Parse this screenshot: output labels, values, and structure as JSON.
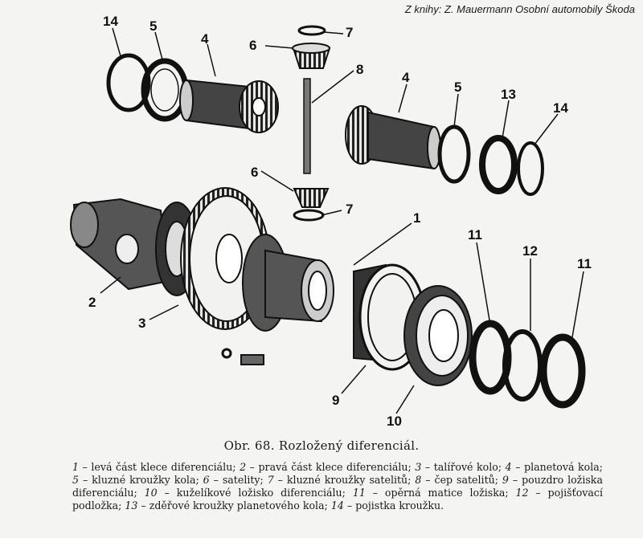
{
  "source": "Z knihy: Z. Mauermann Osobní automobily Škoda",
  "caption": "Obr. 68. Rozložený diferenciál.",
  "callouts": [
    "14",
    "5",
    "4",
    "6",
    "7",
    "8",
    "4",
    "5",
    "13",
    "14",
    "6",
    "7",
    "1",
    "11",
    "12",
    "11",
    "2",
    "3",
    "9",
    "10"
  ],
  "legend": [
    {
      "n": "1",
      "text": "levá část klece diferenciálu;"
    },
    {
      "n": "2",
      "text": "pravá část klece diferenciálu;"
    },
    {
      "n": "3",
      "text": "talířové kolo;"
    },
    {
      "n": "4",
      "text": "planetová kola;"
    },
    {
      "n": "5",
      "text": "kluzné kroužky kola;"
    },
    {
      "n": "6",
      "text": "satelity;"
    },
    {
      "n": "7",
      "text": "kluzné kroužky satelitů;"
    },
    {
      "n": "8",
      "text": "čep satelitů;"
    },
    {
      "n": "9",
      "text": "pouzdro ložiska diferenciálu;"
    },
    {
      "n": "10",
      "text": "kuželíkové ložisko diferenciálu;"
    },
    {
      "n": "11",
      "text": "opěrná matice ložiska;"
    },
    {
      "n": "12",
      "text": "pojišťovací podložka;"
    },
    {
      "n": "13",
      "text": "zděřové kroužky planetového kola;"
    },
    {
      "n": "14",
      "text": "pojistka kroužku."
    }
  ]
}
